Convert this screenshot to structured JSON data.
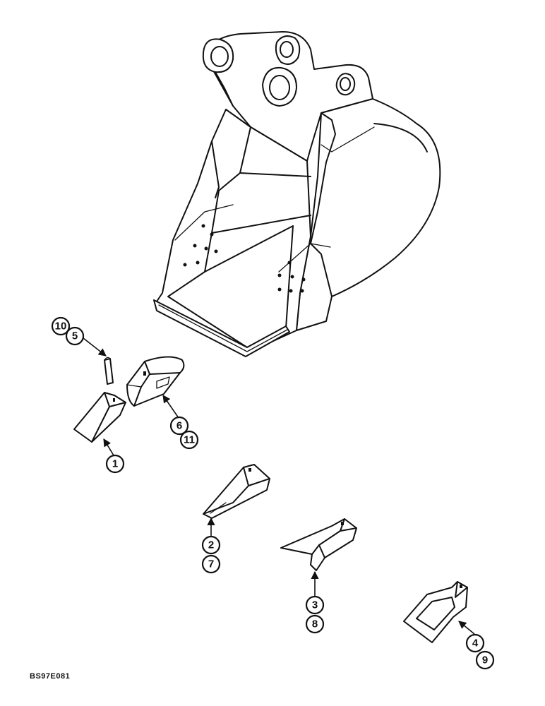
{
  "callouts": {
    "c1": "1",
    "c2": "2",
    "c3": "3",
    "c4": "4",
    "c5": "5",
    "c6": "6",
    "c7": "7",
    "c8": "8",
    "c9": "9",
    "c10": "10",
    "c11": "11"
  },
  "reference_code": "BS97E081"
}
